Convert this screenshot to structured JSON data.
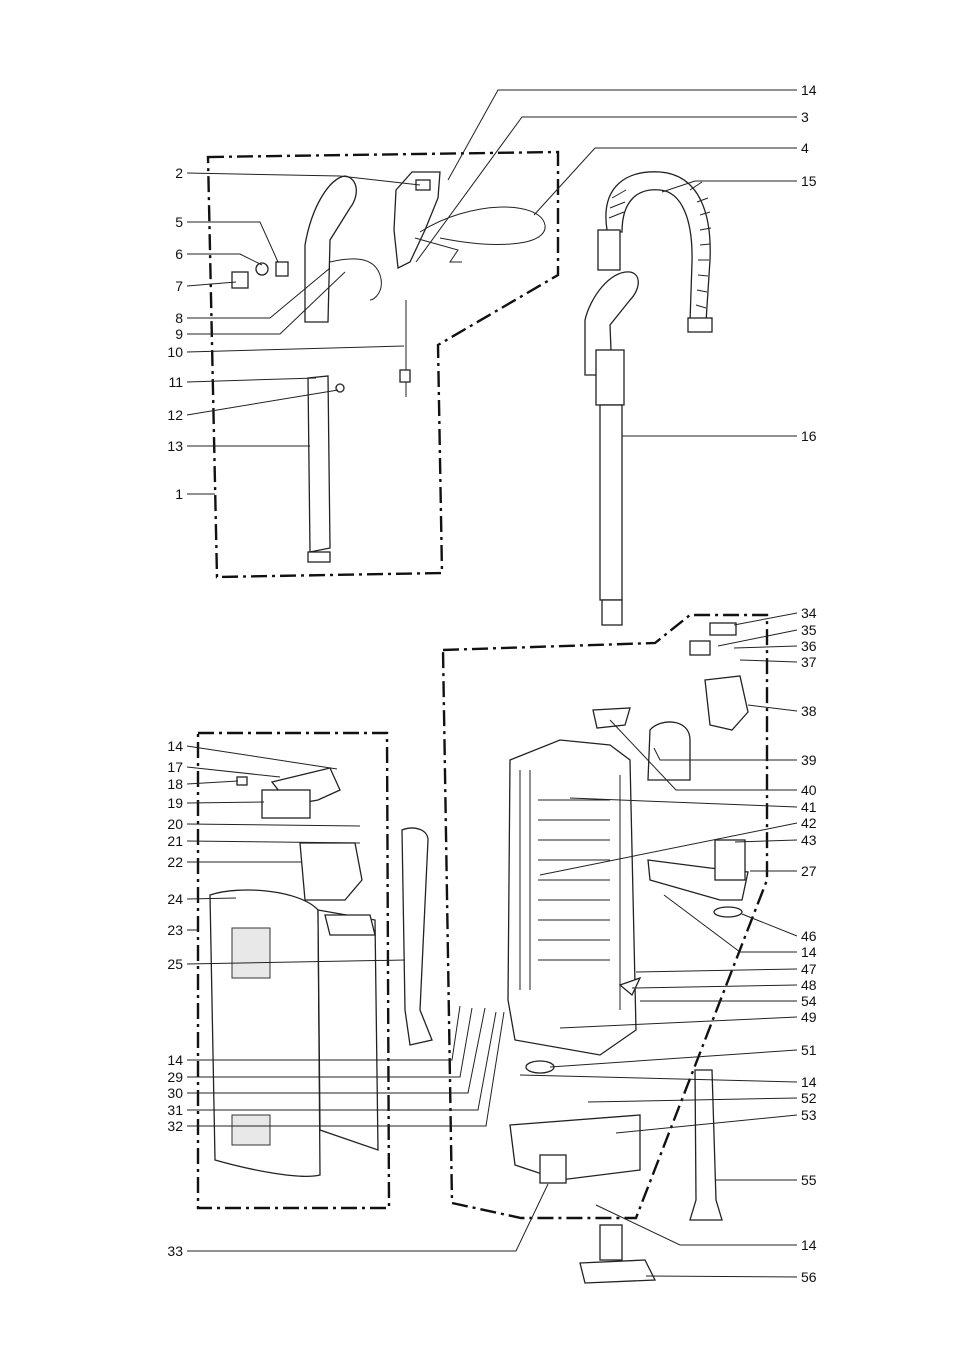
{
  "diagram": {
    "type": "exploded-parts-diagram",
    "callouts_left": [
      "2",
      "5",
      "6",
      "7",
      "8",
      "9",
      "10",
      "11",
      "12",
      "13",
      "1",
      "14",
      "17",
      "18",
      "19",
      "20",
      "21",
      "22",
      "24",
      "23",
      "25",
      "14",
      "29",
      "30",
      "31",
      "32",
      "33"
    ],
    "callouts_right": [
      "14",
      "3",
      "4",
      "15",
      "16",
      "34",
      "35",
      "36",
      "37",
      "38",
      "39",
      "40",
      "41",
      "42",
      "43",
      "27",
      "46",
      "14",
      "47",
      "48",
      "54",
      "49",
      "51",
      "14",
      "52",
      "53",
      "55",
      "14",
      "56"
    ]
  }
}
